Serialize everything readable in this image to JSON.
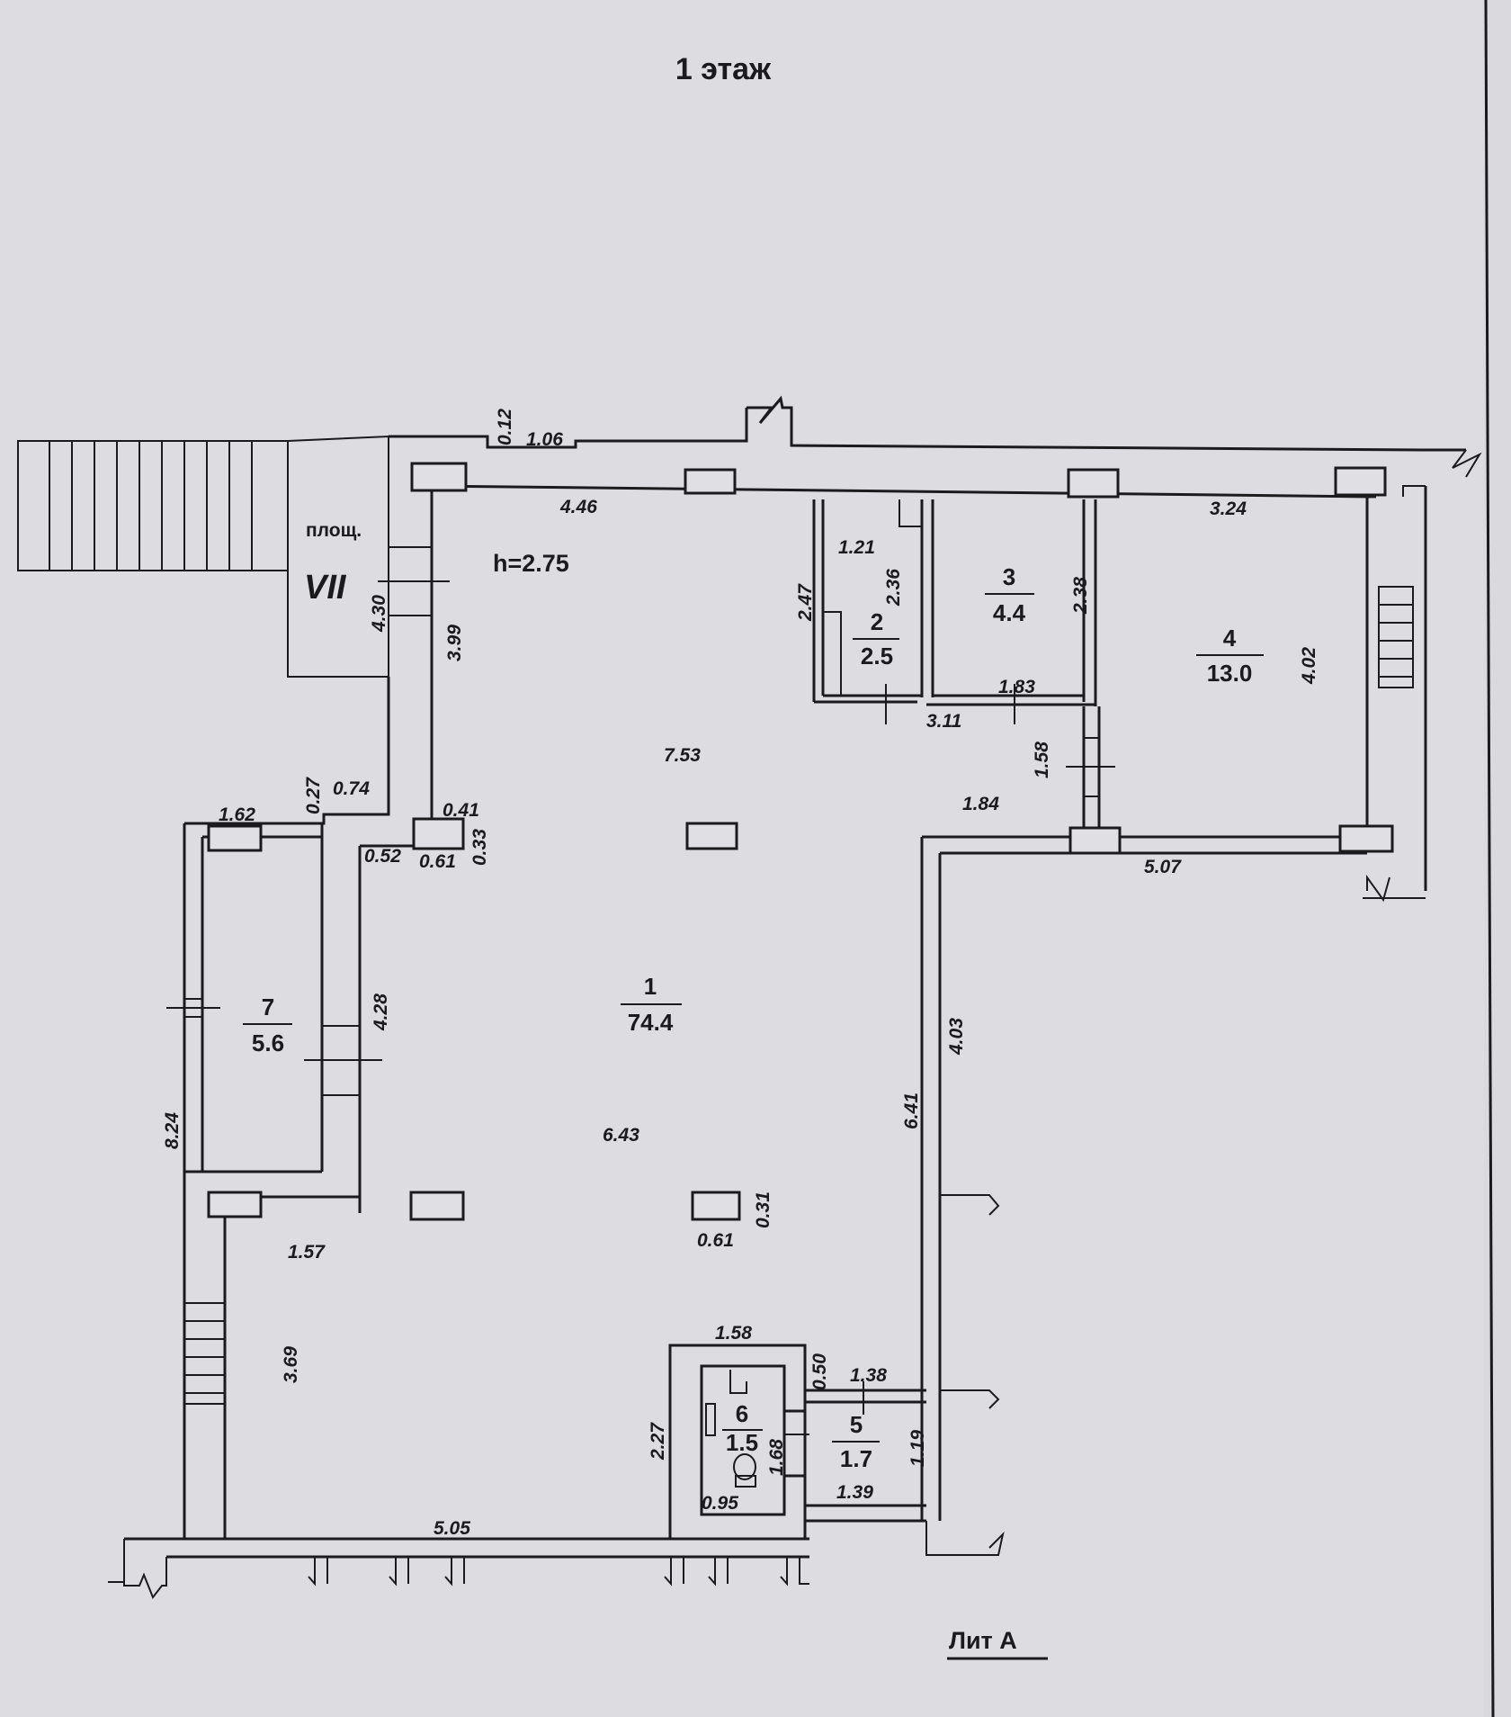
{
  "title": "1 этаж",
  "ceiling_height": "h=2.75",
  "literal": "Лит А",
  "porch": {
    "label": "площ.",
    "number": "VII"
  },
  "rooms": [
    {
      "number": "1",
      "area": "74.4"
    },
    {
      "number": "2",
      "area": "2.5"
    },
    {
      "number": "3",
      "area": "4.4"
    },
    {
      "number": "4",
      "area": "13.0"
    },
    {
      "number": "5",
      "area": "1.7"
    },
    {
      "number": "6",
      "area": "1.5"
    },
    {
      "number": "7",
      "area": "5.6"
    }
  ],
  "dimensions": {
    "d_012": "0.12",
    "d_106": "1.06",
    "d_446": "4.46",
    "d_324": "3.24",
    "d_121": "1.21",
    "d_236": "2.36",
    "d_247": "2.47",
    "d_238a": "2.38",
    "d_183": "1.83",
    "d_311": "3.11",
    "d_402": "4.02",
    "d_430": "4.30",
    "d_399": "3.99",
    "d_753": "7.53",
    "d_158a": "1.58",
    "d_184": "1.84",
    "d_507": "5.07",
    "d_027": "0.27",
    "d_074": "0.74",
    "d_162": "1.62",
    "d_041": "0.41",
    "d_052": "0.52",
    "d_061a": "0.61",
    "d_033": "0.33",
    "d_428": "4.28",
    "d_824": "8.24",
    "d_403": "4.03",
    "d_641": "6.41",
    "d_643": "6.43",
    "d_031": "0.31",
    "d_061b": "0.61",
    "d_157": "1.57",
    "d_369": "3.69",
    "d_158b": "1.58",
    "d_050": "0.50",
    "d_138": "1.38",
    "d_227": "2.27",
    "d_168": "1.68",
    "d_119": "1.19",
    "d_095": "0.95",
    "d_139": "1.39",
    "d_505": "5.05"
  }
}
